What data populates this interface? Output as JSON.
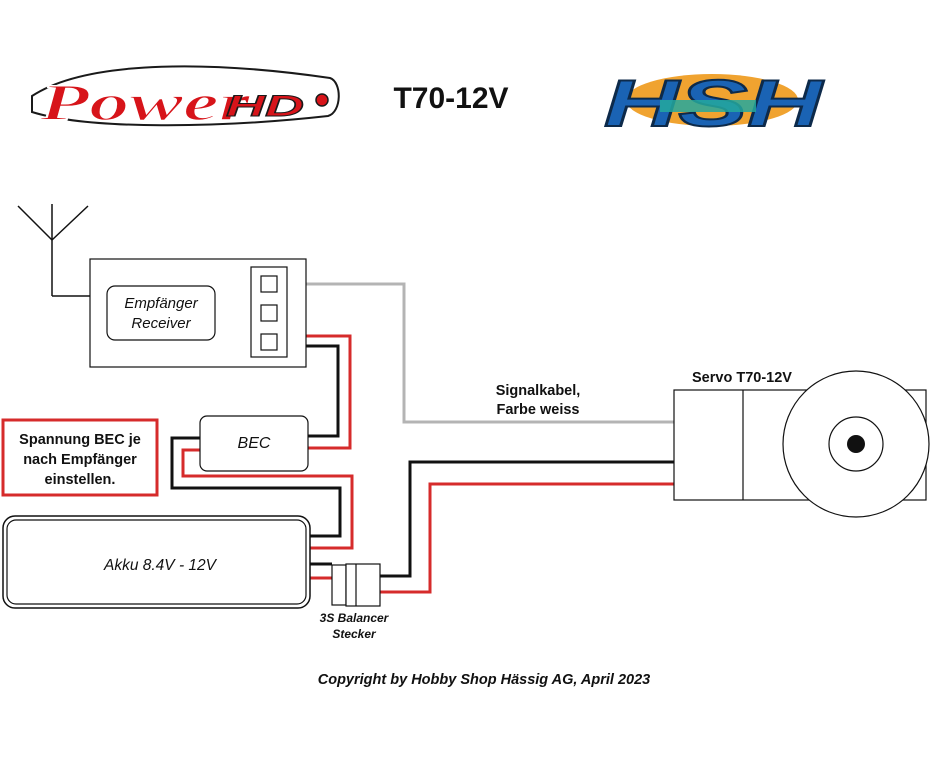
{
  "title": "T70-12V",
  "logos": {
    "left": {
      "text": "Power",
      "suffix": "HD"
    },
    "right": {
      "text": "HSH"
    }
  },
  "components": {
    "receiver": {
      "line1": "Empfänger",
      "line2": "Receiver"
    },
    "bec": {
      "label": "BEC"
    },
    "battery": {
      "label": "Akku 8.4V - 12V"
    },
    "servo": {
      "label": "Servo T70-12V"
    },
    "connector": {
      "line1": "3S Balancer",
      "line2": "Stecker"
    }
  },
  "notes": {
    "signal_cable": {
      "line1": "Signalkabel,",
      "line2": "Farbe weiss"
    },
    "bec_voltage": {
      "line1": "Spannung BEC je",
      "line2": "nach Empfänger",
      "line3": "einstellen."
    }
  },
  "copyright": "Copyright by Hobby Shop Hässig AG, April 2023",
  "colors": {
    "wire_signal": "#b4b4b4",
    "wire_negative": "#111111",
    "wire_positive": "#d62b2b",
    "note_border": "#d62b2b",
    "logo_left_red": "#d7141a",
    "logo_right_blue": "#1a63b4",
    "logo_right_teal": "#25a89e",
    "logo_right_orange": "#f0a330"
  }
}
